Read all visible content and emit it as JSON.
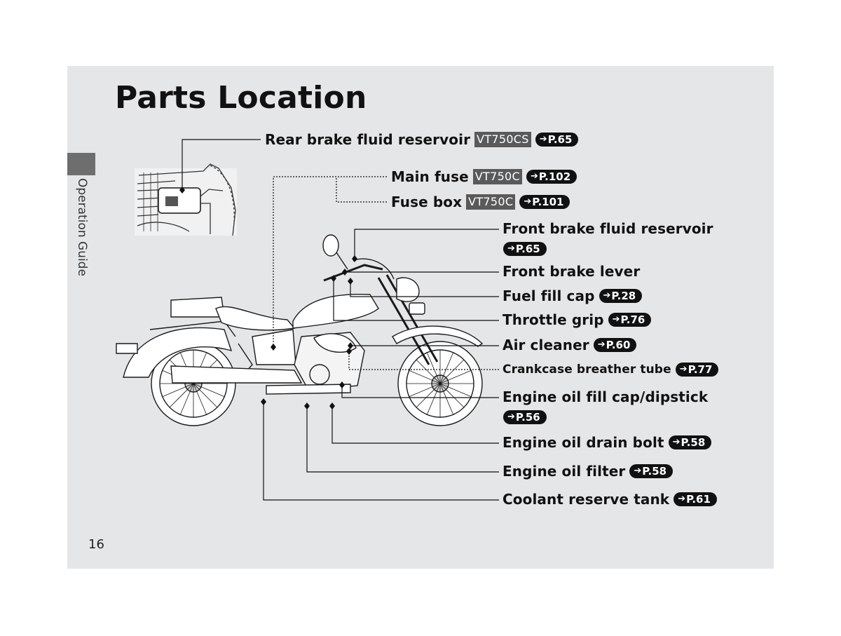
{
  "page": {
    "title": "Parts Location",
    "side_label": "Operation Guide",
    "page_number": "16"
  },
  "callouts": {
    "rear_brake_fluid": {
      "label": "Rear brake fluid reservoir",
      "model": "VT750CS",
      "ref": "P.65"
    },
    "main_fuse": {
      "label": "Main fuse",
      "model": "VT750C",
      "ref": "P.102"
    },
    "fuse_box": {
      "label": "Fuse box",
      "model": "VT750C",
      "ref": "P.101"
    },
    "front_brake_fluid": {
      "label": "Front brake fluid reservoir",
      "ref": "P.65"
    },
    "front_brake_lever": {
      "label": "Front brake lever"
    },
    "fuel_fill_cap": {
      "label": "Fuel fill cap",
      "ref": "P.28"
    },
    "throttle_grip": {
      "label": "Throttle grip",
      "ref": "P.76"
    },
    "air_cleaner": {
      "label": "Air cleaner",
      "ref": "P.60"
    },
    "crankcase_breather": {
      "label": "Crankcase breather tube",
      "ref": "P.77"
    },
    "engine_oil_fill": {
      "label": "Engine oil fill cap/dipstick",
      "ref": "P.56"
    },
    "engine_oil_drain": {
      "label": "Engine oil drain bolt",
      "ref": "P.58"
    },
    "engine_oil_filter": {
      "label": "Engine oil filter",
      "ref": "P.58"
    },
    "coolant_tank": {
      "label": "Coolant reserve tank",
      "ref": "P.61"
    }
  },
  "icons": {
    "ref_arrow": "arrow-right-icon"
  }
}
